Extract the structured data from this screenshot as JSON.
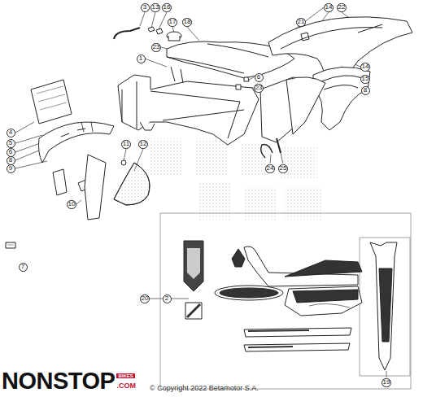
{
  "diagram": {
    "nodes": [
      {
        "text": [
          "3"
        ]
      },
      {
        "text": [
          "13"
        ]
      },
      {
        "text": [
          "16"
        ]
      },
      {
        "text": [
          "14"
        ]
      },
      {
        "text": [
          "22"
        ]
      },
      {
        "text": [
          "17"
        ]
      },
      {
        "text": [
          "18"
        ]
      },
      {
        "text": [
          "21"
        ]
      },
      {
        "text": [
          "23"
        ]
      },
      {
        "text": [
          "1"
        ]
      },
      {
        "text": [
          "14"
        ]
      },
      {
        "text": [
          "6"
        ]
      },
      {
        "text": [
          "15"
        ]
      },
      {
        "text": [
          "23"
        ]
      },
      {
        "text": [
          "8"
        ]
      },
      {
        "text": [
          "4"
        ]
      },
      {
        "text": [
          "5"
        ]
      },
      {
        "text": [
          "6"
        ]
      },
      {
        "text": [
          "11"
        ]
      },
      {
        "text": [
          "12"
        ]
      },
      {
        "text": [
          "8"
        ]
      },
      {
        "text": [
          "9"
        ]
      },
      {
        "text": [
          "10"
        ]
      },
      {
        "text": [
          "24"
        ]
      },
      {
        "text": [
          "25"
        ]
      },
      {
        "text": [
          "7"
        ]
      },
      {
        "text": [
          "20"
        ]
      },
      {
        "text": [
          "2"
        ]
      },
      {
        "text": [
          "19"
        ]
      }
    ],
    "labels": [
      "NONSTOP",
      "BIKES",
      ".COM",
      "© Copyright 2022 Betamotor S.A."
    ]
  }
}
